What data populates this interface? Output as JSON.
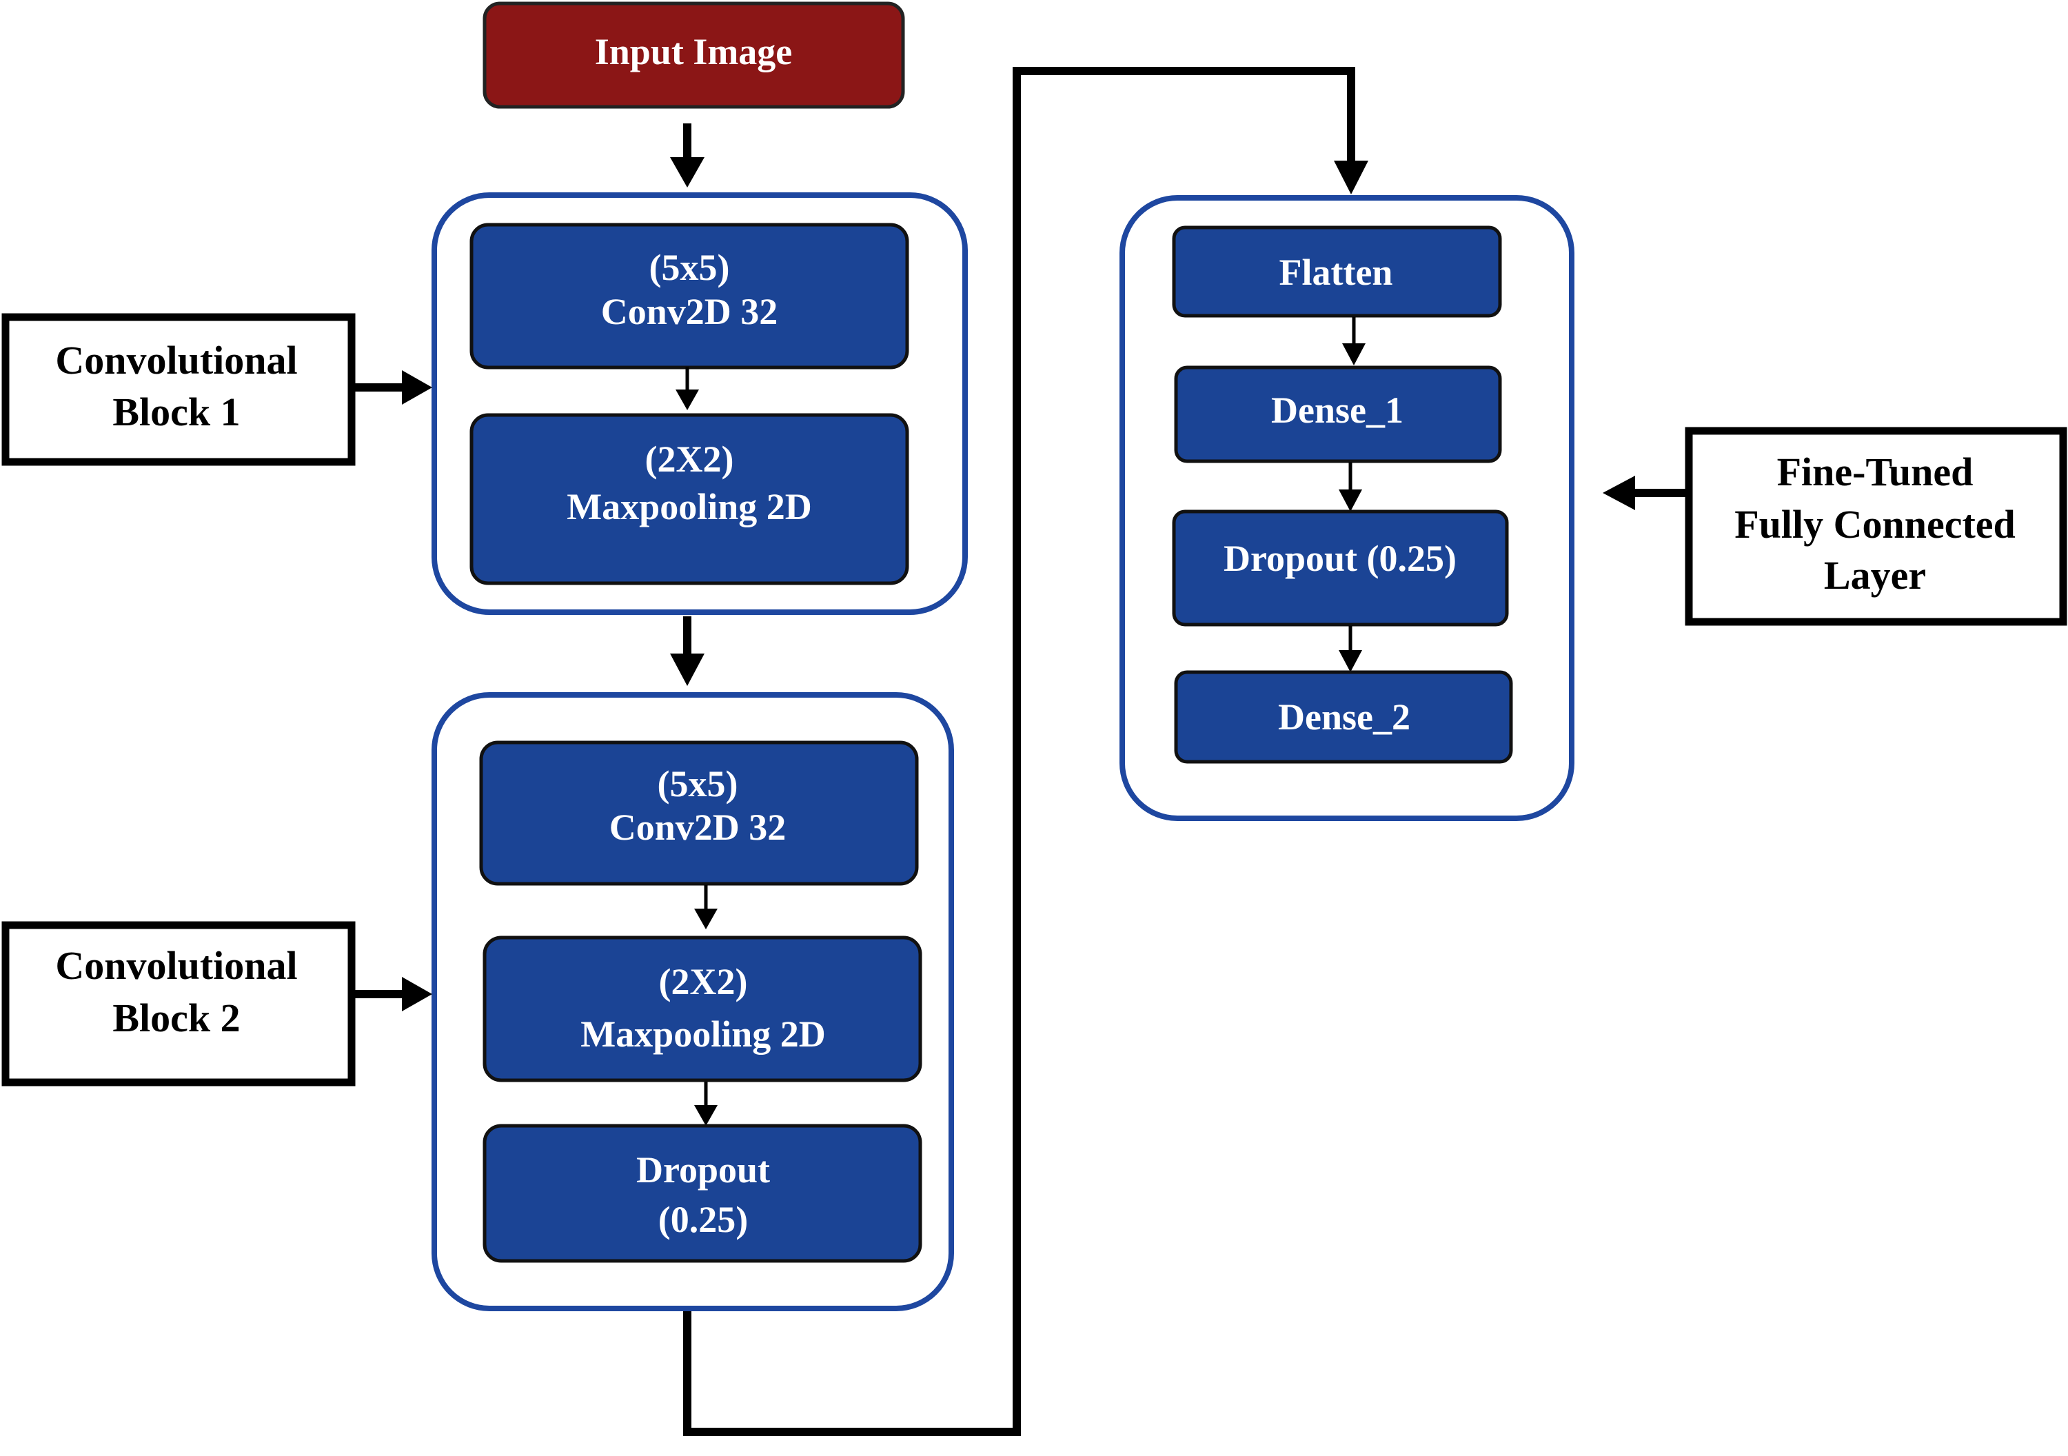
{
  "input": {
    "label": "Input Image",
    "color": "#8b1616"
  },
  "layer_color": "#1b4495",
  "frame_color": "#1e47a0",
  "conv_block_1": {
    "label": [
      "Convolutional",
      "Block 1"
    ],
    "layers": [
      {
        "lines": [
          "(5x5)",
          "Conv2D 32"
        ]
      },
      {
        "lines": [
          "(2X2)",
          "Maxpooling 2D"
        ]
      }
    ]
  },
  "conv_block_2": {
    "label": [
      "Convolutional",
      "Block 2"
    ],
    "layers": [
      {
        "lines": [
          "(5x5)",
          "Conv2D 32"
        ]
      },
      {
        "lines": [
          "(2X2)",
          "Maxpooling 2D"
        ]
      },
      {
        "lines": [
          "Dropout",
          "(0.25)"
        ]
      }
    ]
  },
  "fc_block": {
    "label": [
      "Fine-Tuned",
      "Fully Connected",
      "Layer"
    ],
    "layers": [
      {
        "lines": [
          "Flatten"
        ]
      },
      {
        "lines": [
          "Dense_1"
        ]
      },
      {
        "lines": [
          "Dropout (0.25)"
        ]
      },
      {
        "lines": [
          "Dense_2"
        ]
      }
    ]
  }
}
